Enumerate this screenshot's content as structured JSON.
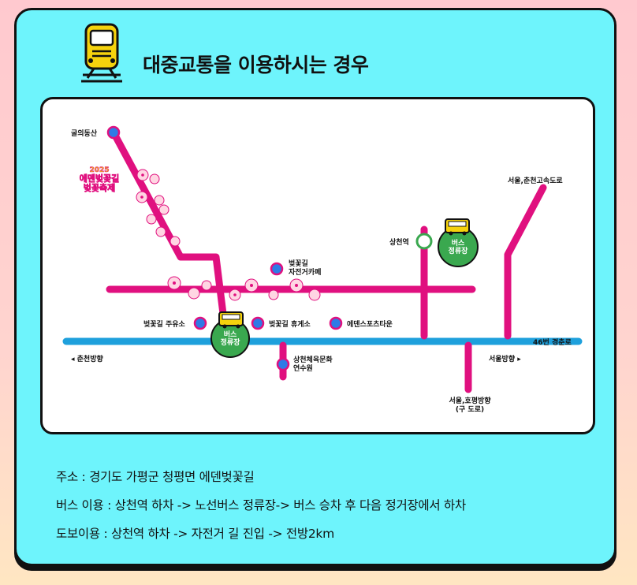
{
  "header": {
    "title": "대중교통을 이용하시는 경우"
  },
  "map": {
    "stations": {
      "gulbong": "굴의동산",
      "sangcheon": "상천역",
      "cafe_line1": "벚꽃길",
      "cafe_line2": "자전거카페",
      "gas": "벚꽃길 주유소",
      "rest": "벚꽃길 휴게소",
      "sports": "에덴스포츠타운",
      "gym_line1": "상천체육문화",
      "gym_line2": "연수원"
    },
    "festival": {
      "year": "2025",
      "line1": "에덴벚꽃길",
      "line2": "벚꽃축제"
    },
    "bus_stop_line1": "버스",
    "bus_stop_line2": "정류장",
    "roads": {
      "seoul_chuncheon_hwy": "서울,춘천고속도로",
      "gyeongchun": "46번 경춘로",
      "to_chuncheon": "◂  춘천방향",
      "to_seoul": "서울방향  ▸",
      "seoul_hoPyeong_line1": "서울,호평방향",
      "seoul_hoPyeong_line2": "(구 도로)"
    }
  },
  "info": {
    "address": "주소 : 경기도 가평군 청평면 에덴벚꽃길",
    "bus": "버스 이용 : 상천역 하차 -> 노선버스 정류장-> 버스 승차 후 다음 정거장에서 하차",
    "walk": "도보이용 : 상천역 하차 -> 자전거 길 진입 -> 전방2km"
  },
  "colors": {
    "card_bg": "#6ef4fc",
    "pink_line": "#e0107f",
    "blue_line": "#1ea0dc",
    "station_fill": "#2f7ae6",
    "bus_green": "#3aa84f",
    "bus_yellow": "#f5d20d"
  },
  "icons": [
    "train-icon",
    "bus-icon",
    "blossom-icon"
  ]
}
